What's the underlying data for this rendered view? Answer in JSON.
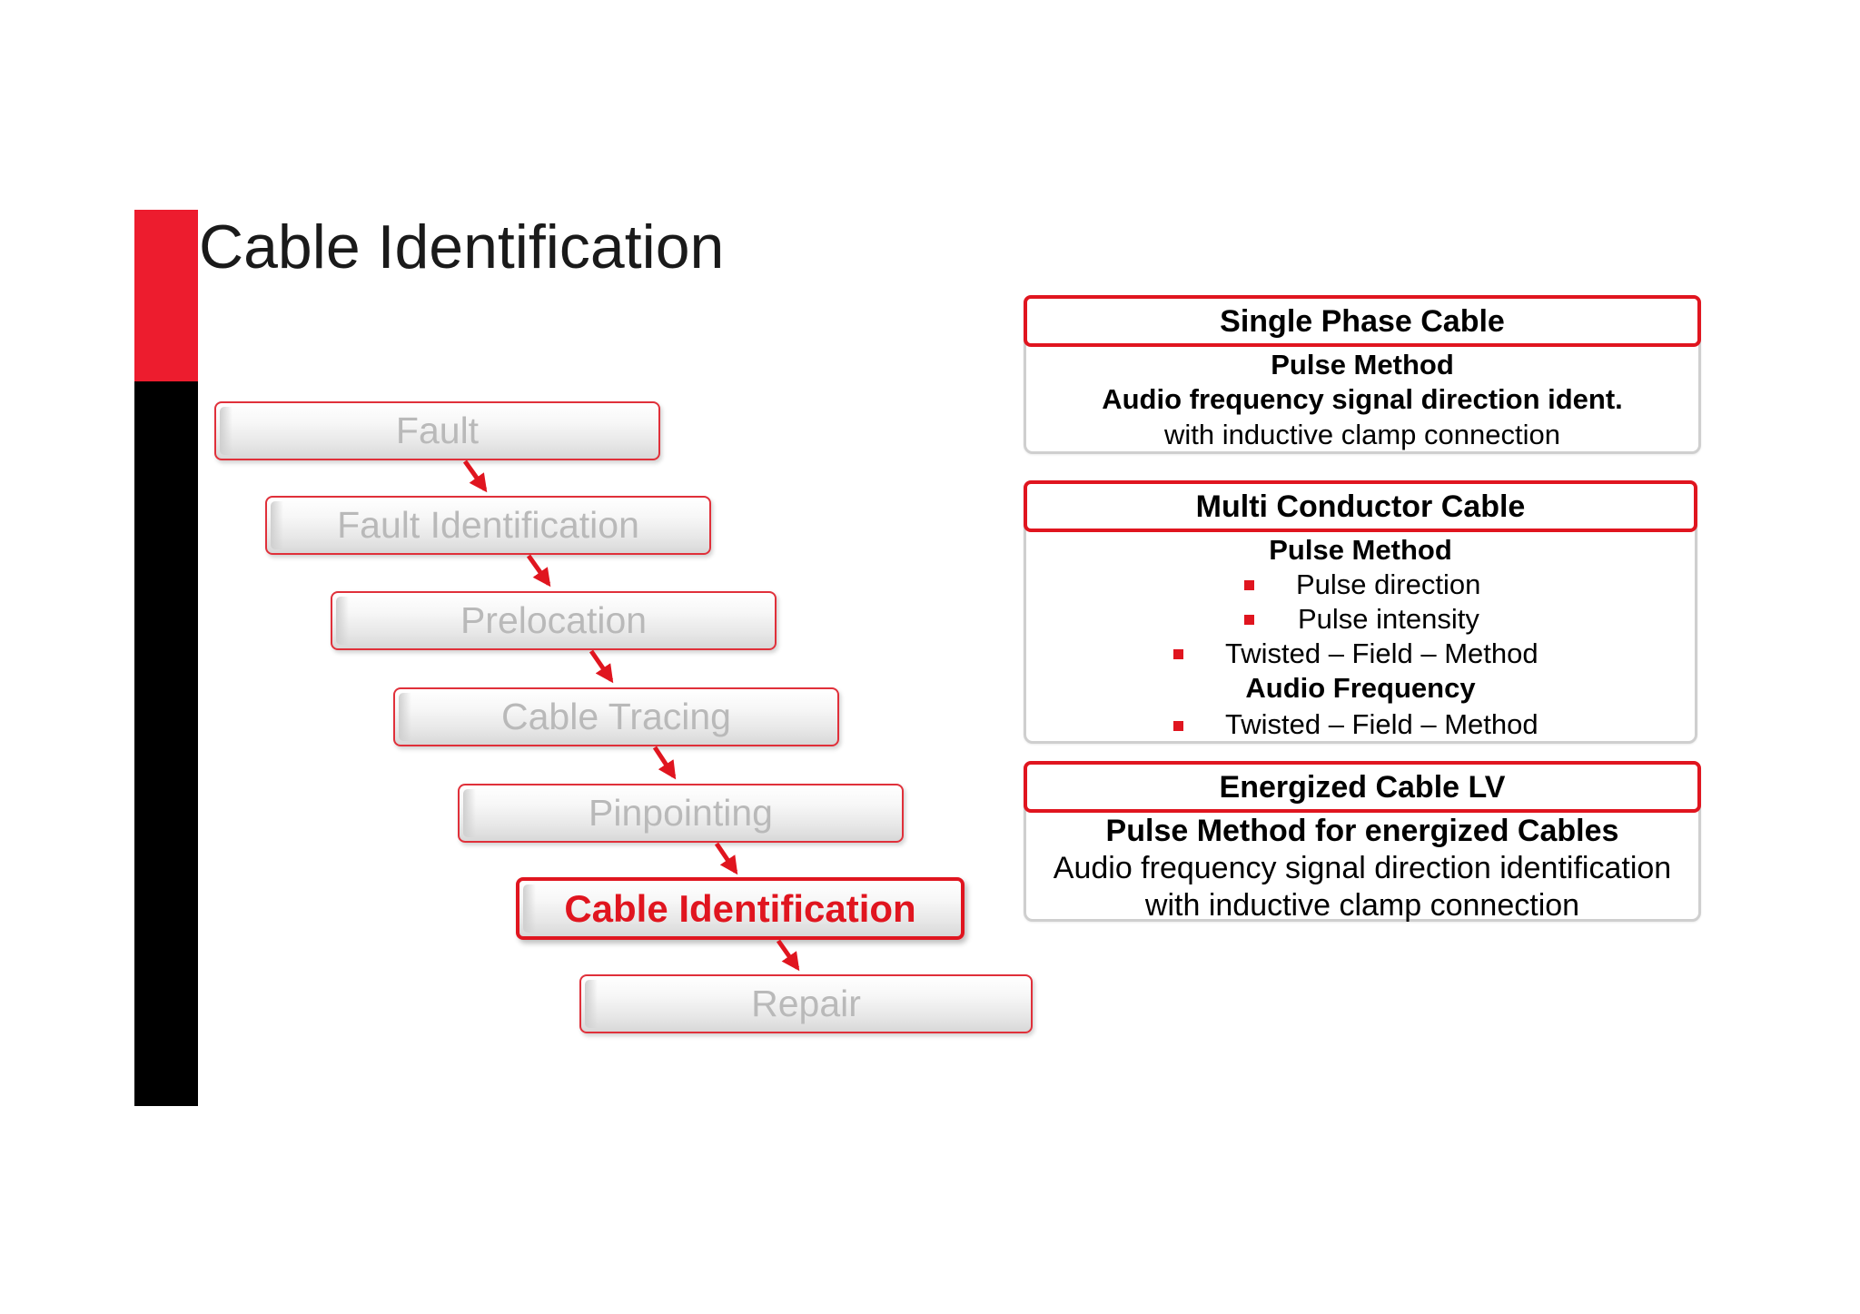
{
  "title": "Cable Identification",
  "steps": [
    {
      "label": "Fault"
    },
    {
      "label": "Fault Identification"
    },
    {
      "label": "Prelocation"
    },
    {
      "label": "Cable Tracing"
    },
    {
      "label": "Pinpointing"
    },
    {
      "label": "Cable Identification"
    },
    {
      "label": "Repair"
    }
  ],
  "boxes": {
    "single_phase": {
      "heading": "Single Phase Cable",
      "line1": "Pulse Method",
      "line2": "Audio frequency signal direction ident.",
      "line3": "with inductive clamp connection"
    },
    "multi_conductor": {
      "heading": "Multi Conductor Cable",
      "line1": "Pulse Method",
      "bullet1": "Pulse direction",
      "bullet2": "Pulse intensity",
      "bullet3": "Twisted – Field – Method",
      "line2": "Audio Frequency",
      "bullet4": "Twisted – Field – Method"
    },
    "energized": {
      "heading": "Energized Cable LV",
      "line1": "Pulse Method for energized Cables",
      "line2": "Audio frequency signal direction identification",
      "line3": "with inductive clamp connection"
    }
  }
}
